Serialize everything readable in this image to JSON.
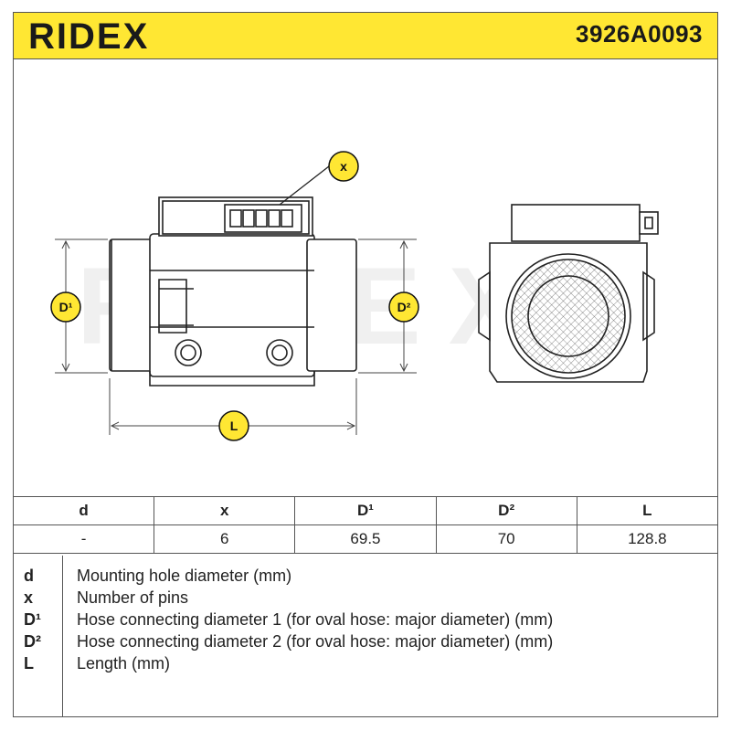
{
  "brand": {
    "logo_text": "RIDEX",
    "accent_color": "#ffe733"
  },
  "part_number": "3926A0093",
  "drawing": {
    "watermark": "RIDEX",
    "callouts": {
      "x": "x",
      "d1": "D¹",
      "d2": "D²",
      "l": "L"
    }
  },
  "specs": {
    "headers": [
      "d",
      "x",
      "D¹",
      "D²",
      "L"
    ],
    "values": [
      "-",
      "6",
      "69.5",
      "70",
      "128.8"
    ]
  },
  "legend": [
    {
      "symbol": "d",
      "description": "Mounting hole diameter (mm)"
    },
    {
      "symbol": "x",
      "description": "Number of pins"
    },
    {
      "symbol": "D¹",
      "description": "Hose connecting diameter 1 (for oval hose: major diameter) (mm)"
    },
    {
      "symbol": "D²",
      "description": "Hose connecting diameter 2 (for oval hose: major diameter) (mm)"
    },
    {
      "symbol": "L",
      "description": "Length (mm)"
    }
  ]
}
